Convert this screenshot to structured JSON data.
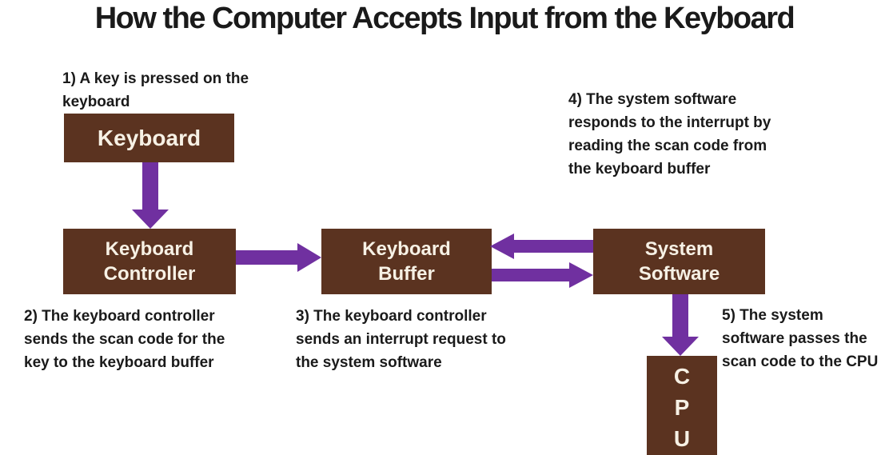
{
  "title": "How the Computer Accepts Input from the Keyboard",
  "colors": {
    "box_fill": "#5B3320",
    "arrow": "#7030A0",
    "text": "#1A1A1A",
    "box_label": "#F7F1E5",
    "background": "#FFFFFF"
  },
  "boxes": {
    "keyboard": {
      "label": "Keyboard",
      "line1": "Keyboard"
    },
    "keyboard_controller": {
      "label": "Keyboard Controller",
      "line1": "Keyboard",
      "line2": "Controller"
    },
    "keyboard_buffer": {
      "label": "Keyboard Buffer",
      "line1": "Keyboard",
      "line2": "Buffer"
    },
    "system_software": {
      "label": "System Software",
      "line1": "System",
      "line2": "Software"
    },
    "cpu": {
      "label": "CPU",
      "line1": "C",
      "line2": "P",
      "line3": "U"
    }
  },
  "arrows": [
    {
      "name": "keyboard-to-keyboard-controller",
      "direction": "down"
    },
    {
      "name": "keyboard-controller-to-keyboard-buffer",
      "direction": "right"
    },
    {
      "name": "system-software-to-keyboard-buffer",
      "direction": "left"
    },
    {
      "name": "keyboard-buffer-to-system-software",
      "direction": "right"
    },
    {
      "name": "system-software-to-cpu",
      "direction": "down"
    }
  ],
  "steps": [
    {
      "lines": [
        "1) A key is pressed on the",
        "keyboard"
      ]
    },
    {
      "lines": [
        "2) The keyboard controller",
        "sends the scan code for the",
        "key to the keyboard buffer"
      ]
    },
    {
      "lines": [
        "3) The keyboard controller",
        "sends an interrupt request to",
        "the system software"
      ]
    },
    {
      "lines": [
        "4) The system software",
        "responds to the interrupt by",
        "reading the scan code from",
        "the keyboard buffer"
      ]
    },
    {
      "lines": [
        "5) The system",
        "software passes the",
        "scan code to the CPU"
      ]
    }
  ]
}
